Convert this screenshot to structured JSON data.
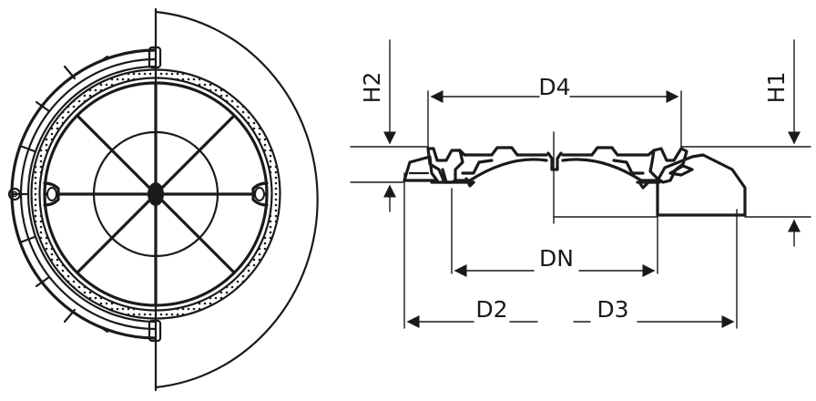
{
  "dimensions": {
    "h2": "H2",
    "h1": "H1",
    "d4": "D4",
    "dn": "DN",
    "d2": "D2",
    "d3": "D3"
  },
  "colors": {
    "line": "#1a1a1a",
    "background": "#ffffff"
  }
}
